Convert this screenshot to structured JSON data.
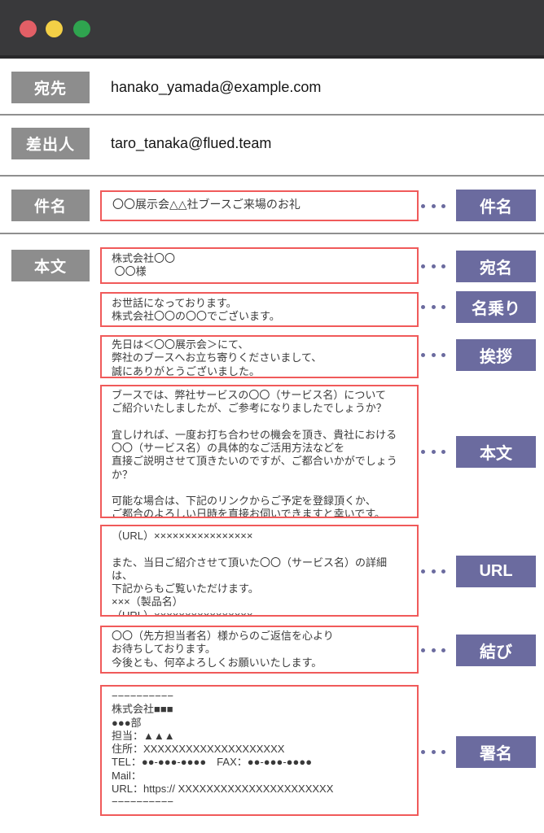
{
  "colors": {
    "titlebar_dark": "#39393b",
    "traffic_red": "#e25f66",
    "traffic_yellow": "#f3cf46",
    "traffic_green": "#2fa44f",
    "label_gray": "#8d8d8d",
    "annotation_red": "#f05a5a",
    "accent_purple": "#6b6b9f"
  },
  "header_fields": [
    {
      "label": "宛先",
      "value": "hanako_yamada@example.com"
    },
    {
      "label": "差出人",
      "value": "taro_tanaka@flued.team"
    }
  ],
  "subject": {
    "field_label": "件名",
    "content": "〇〇展示会△△社ブースご来場のお礼",
    "annotation": "件名"
  },
  "body": {
    "field_label": "本文",
    "sections": [
      {
        "annotation": "宛名",
        "content": "株式会社〇〇\n 〇〇様"
      },
      {
        "annotation": "名乗り",
        "content": "お世話になっております。\n株式会社〇〇の〇〇でございます。"
      },
      {
        "annotation": "挨拶",
        "content": "先日は＜〇〇展示会＞にて、\n弊社のブースへお立ち寄りくださいまして、\n誠にありがとうございました。"
      },
      {
        "annotation": "本文",
        "content": "ブースでは、弊社サービスの〇〇（サービス名）について\nご紹介いたしましたが、ご参考になりましたでしょうか？\n\n宜しければ、一度お打ち合わせの機会を頂き、貴社における\n〇〇（サービス名）の具体的なご活用方法などを\n直接ご説明させて頂きたいのですが、ご都合いかがでしょうか？\n\n可能な場合は、下記のリンクからご予定を登録頂くか、\nご都合のよろしい日時を直接お伺いできますと幸いです。"
      },
      {
        "annotation": "URL",
        "content": "（URL）××××××××××××××××\n\nまた、当日ご紹介させて頂いた〇〇（サービス名）の詳細は、\n下記からもご覧いただけます。\n×××（製品名）\n（URL）××××××××××××××××"
      },
      {
        "annotation": "結び",
        "content": "〇〇（先方担当者名）様からのご返信を心より\nお待ちしております。\n今後とも、何卒よろしくお願いいたします。"
      },
      {
        "annotation": "署名",
        "content": "−−−−−−−−−−\n株式会社■■■\n●●●部\n担当：▲▲▲\n住所：XXXXXXXXXXXXXXXXXXXX\nTEL：●●-●●●-●●●●　FAX：●●-●●●-●●●●\nMail：\nURL：https:// XXXXXXXXXXXXXXXXXXXXXX\n−−−−−−−−−−"
      }
    ]
  }
}
